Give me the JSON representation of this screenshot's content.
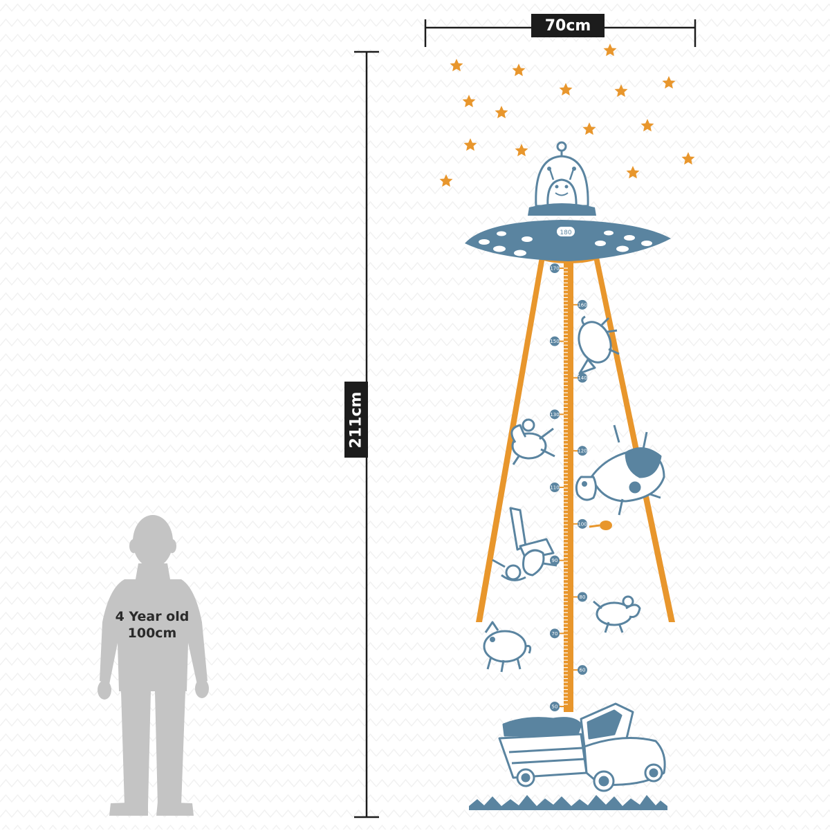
{
  "dimensions": {
    "width_label": "70cm",
    "height_label": "211cm"
  },
  "child": {
    "age_label": "4 Year old",
    "height_label": "100cm"
  },
  "ruler": {
    "top_label": "180",
    "marks": [
      "170",
      "160",
      "150",
      "140",
      "130",
      "120",
      "110",
      "100",
      "90",
      "80",
      "70",
      "60",
      "50"
    ]
  },
  "colors": {
    "illustration_blue": "#5a84a0",
    "beam_orange": "#e8962c",
    "silhouette_gray": "#c4c4c4",
    "dimension_line": "#1c1c1c"
  },
  "icons": [
    "ufo-icon",
    "alien-icon",
    "star-icon",
    "pig-icon",
    "cow-icon",
    "chicken-icon",
    "farmer-icon",
    "truck-icon",
    "grass-icon",
    "child-silhouette-icon"
  ]
}
